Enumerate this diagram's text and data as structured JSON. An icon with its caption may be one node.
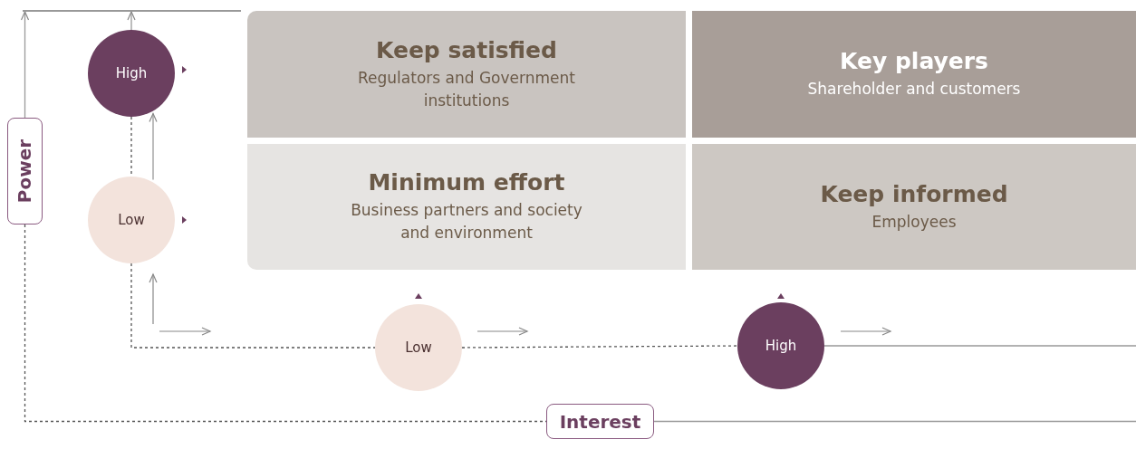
{
  "diagram": {
    "nodes": [
      {
        "text": [
          "Power"
        ]
      },
      {
        "text": [
          "High"
        ]
      },
      {
        "text": [
          "Low"
        ]
      },
      {
        "text": [
          "Keep satisfied",
          "Regulators and Government institutions"
        ]
      },
      {
        "text": [
          "Key players",
          "Shareholder and customers"
        ]
      },
      {
        "text": [
          "Minimum effort",
          "Business partners and society and environment"
        ]
      },
      {
        "text": [
          "Keep informed",
          "Employees"
        ]
      },
      {
        "text": [
          "Low"
        ]
      },
      {
        "text": [
          "High"
        ]
      },
      {
        "text": [
          "Interest"
        ]
      },
      {
        "text": [],
        "shape": "bar"
      }
    ],
    "edges": [
      {
        "from": 1,
        "to": 2,
        "arrow": "none",
        "style": "dashed"
      },
      {
        "from": 2,
        "to": 7,
        "arrow": "none",
        "style": "dashed"
      },
      {
        "from": 7,
        "to": 8,
        "arrow": "none",
        "style": "dashed"
      },
      {
        "from": 8,
        "to": null,
        "arrow": "none"
      },
      {
        "from": 1,
        "to": 10,
        "arrow": "to"
      },
      {
        "from": 0,
        "to": 10,
        "arrow": "to"
      },
      {
        "from": 0,
        "to": 9,
        "arrow": "none",
        "style": "dashed"
      },
      {
        "from": 9,
        "to": null,
        "arrow": "none"
      },
      {
        "from": 2,
        "to": 1,
        "arrow": "to"
      }
    ]
  }
}
